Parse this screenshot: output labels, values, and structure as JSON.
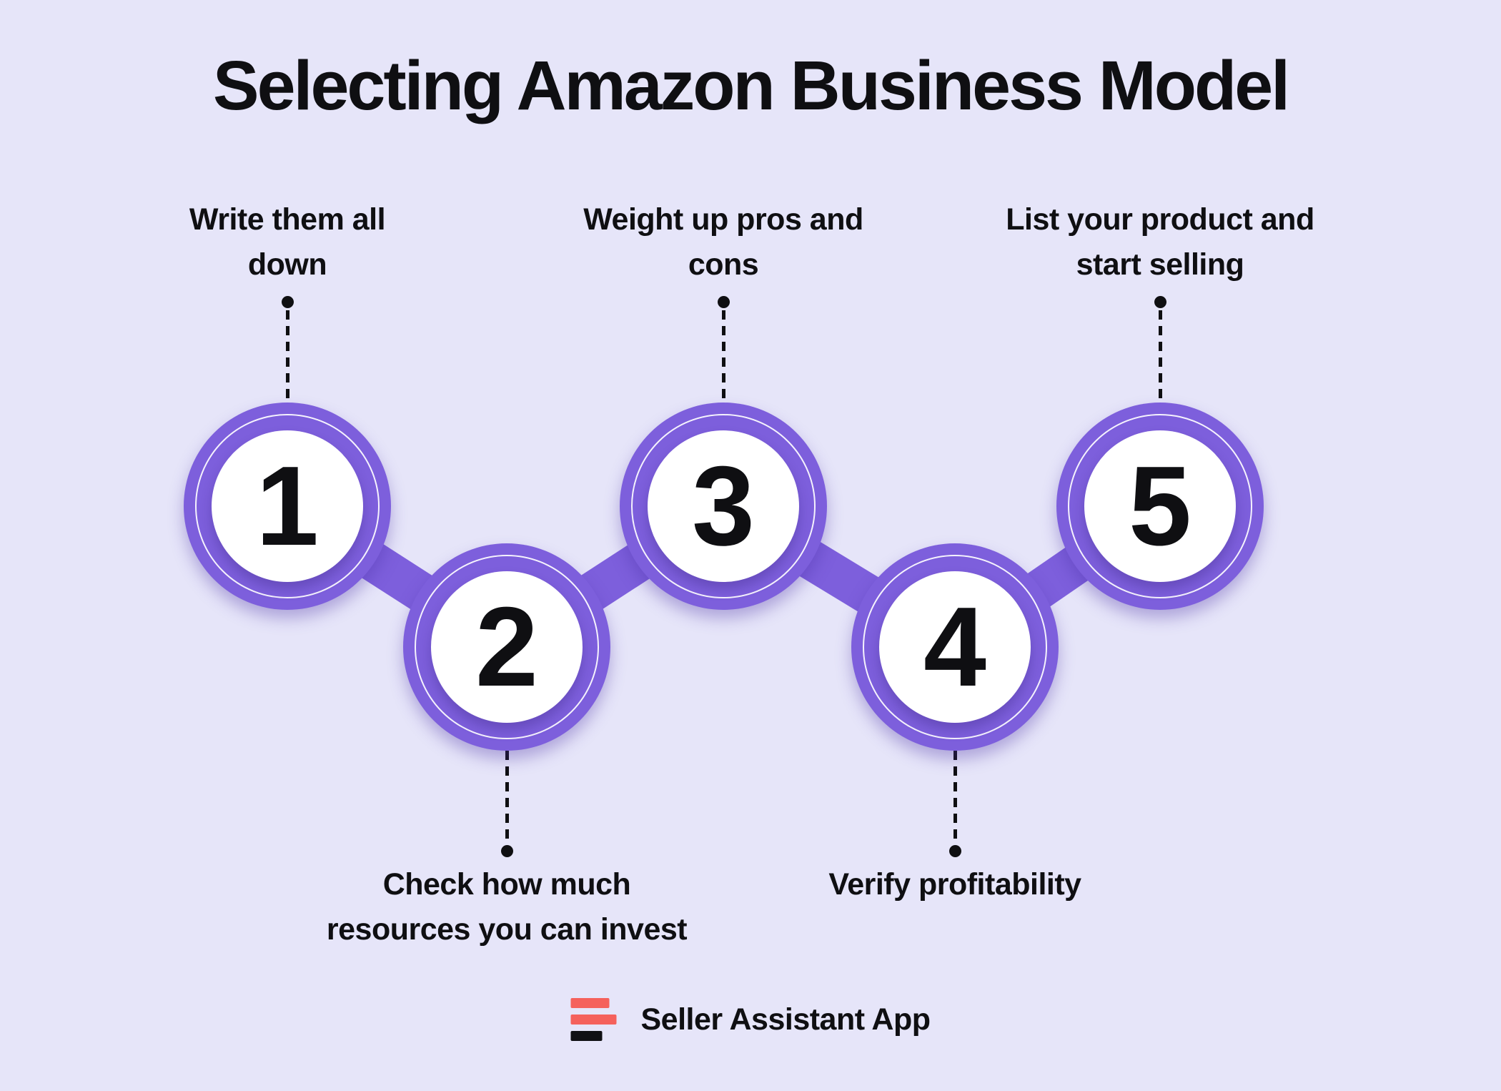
{
  "title": "Selecting Amazon Business Model",
  "steps": [
    {
      "number": "1",
      "label": "Write them all down",
      "lines": [
        "Write them all",
        "down"
      ],
      "label_position": "top"
    },
    {
      "number": "2",
      "label": "Check how much resources you can invest",
      "lines": [
        "Check how much",
        "resources you can invest"
      ],
      "label_position": "bottom"
    },
    {
      "number": "3",
      "label": "Weight up pros and cons",
      "lines": [
        "Weight up pros and",
        "cons"
      ],
      "label_position": "top"
    },
    {
      "number": "4",
      "label": "Verify profitability",
      "lines": [
        "Verify profitability"
      ],
      "label_position": "bottom"
    },
    {
      "number": "5",
      "label": "List your product and start selling",
      "lines": [
        "List your product and",
        "start selling"
      ],
      "label_position": "top"
    }
  ],
  "footer": {
    "brand": "Seller Assistant App"
  },
  "colors": {
    "bg": "#E6E5F9",
    "purple": "#7D5FDC",
    "ink": "#0F0F12",
    "logo_red": "#F5615C",
    "logo_dark": "#101014",
    "circle_fill": "#FFFFFF"
  }
}
